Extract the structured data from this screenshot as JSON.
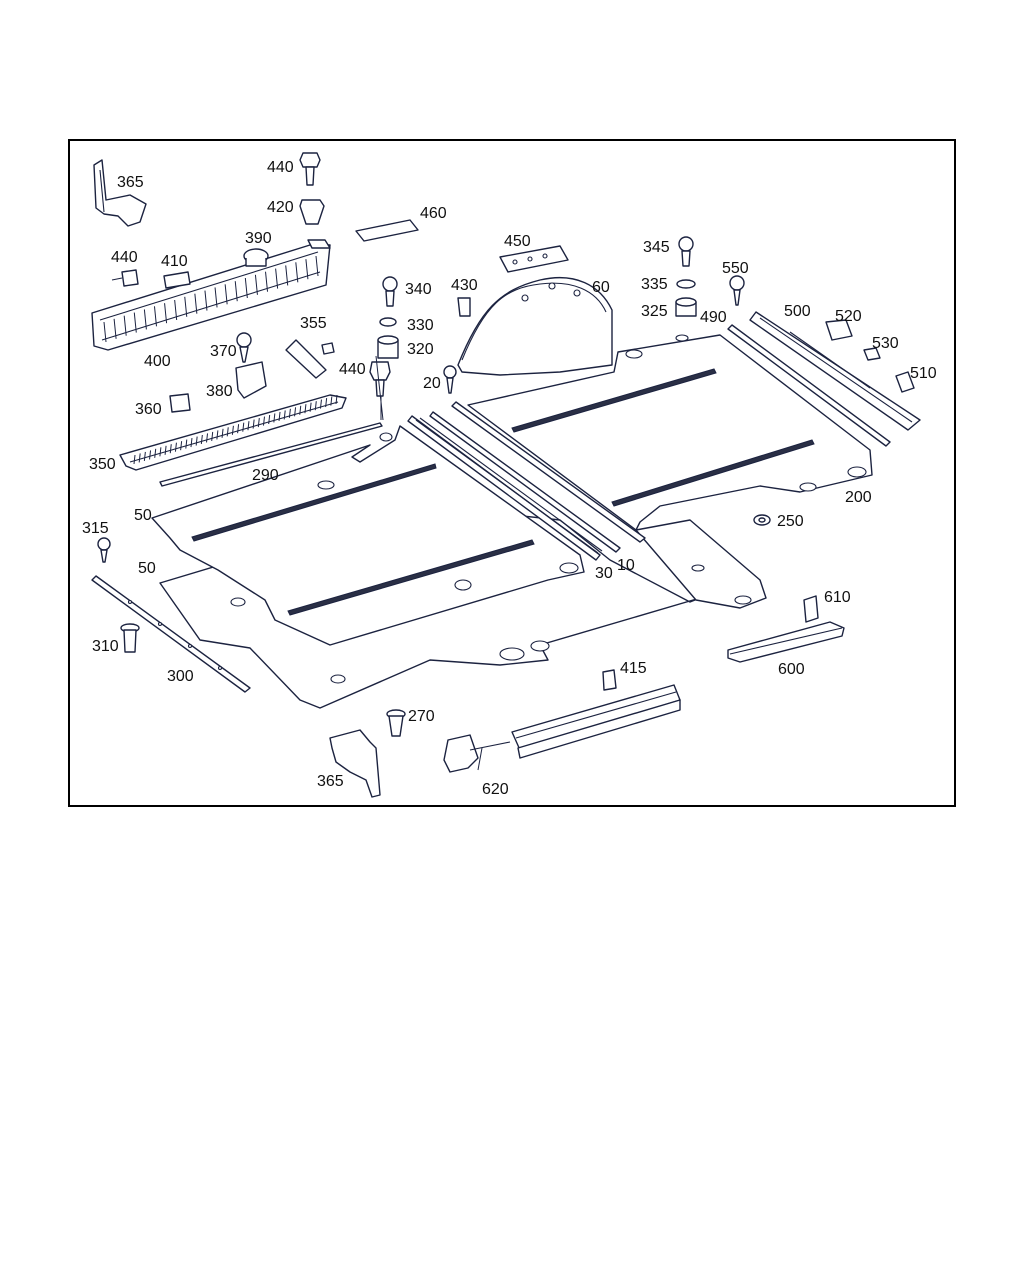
{
  "diagram": {
    "labels": {
      "l365a": "365",
      "l440a": "440",
      "l420": "420",
      "l460": "460",
      "l440b": "440",
      "l410": "410",
      "l390": "390",
      "l400": "400",
      "l355": "355",
      "l370": "370",
      "l380": "380",
      "l360": "360",
      "l350": "350",
      "l290": "290",
      "l340": "340",
      "l330": "330",
      "l320": "320",
      "l440c": "440",
      "l430": "430",
      "l450": "450",
      "l60": "60",
      "l20": "20",
      "l345": "345",
      "l335": "335",
      "l325": "325",
      "l550": "550",
      "l490": "490",
      "l500": "500",
      "l520": "520",
      "l530": "530",
      "l510": "510",
      "l200": "200",
      "l250": "250",
      "l315": "315",
      "l50a": "50",
      "l50b": "50",
      "l30": "30",
      "l10": "10",
      "l610": "610",
      "l600": "600",
      "l310": "310",
      "l300": "300",
      "l415": "415",
      "l270": "270",
      "l365b": "365",
      "l620": "620"
    }
  },
  "colors": {
    "line": "#1c2340",
    "text": "#111111",
    "frame": "#000000"
  }
}
